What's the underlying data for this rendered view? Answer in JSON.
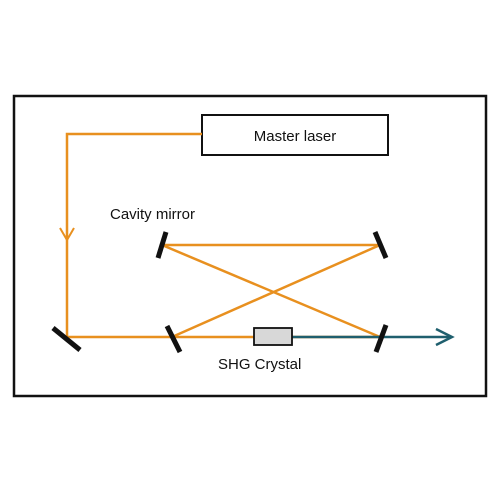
{
  "labels": {
    "master_laser": "Master laser",
    "cavity_mirror": "Cavity mirror",
    "shg_crystal": "SHG Crystal"
  },
  "colors": {
    "fundamental_beam": "#e8901f",
    "second_harmonic_beam": "#1f5f6e",
    "frame": "#111111",
    "mirror": "#111111",
    "crystal_fill": "#d8d8d8"
  },
  "icons": {
    "beam_direction": "arrowhead-down",
    "output_direction": "arrowhead-right"
  }
}
